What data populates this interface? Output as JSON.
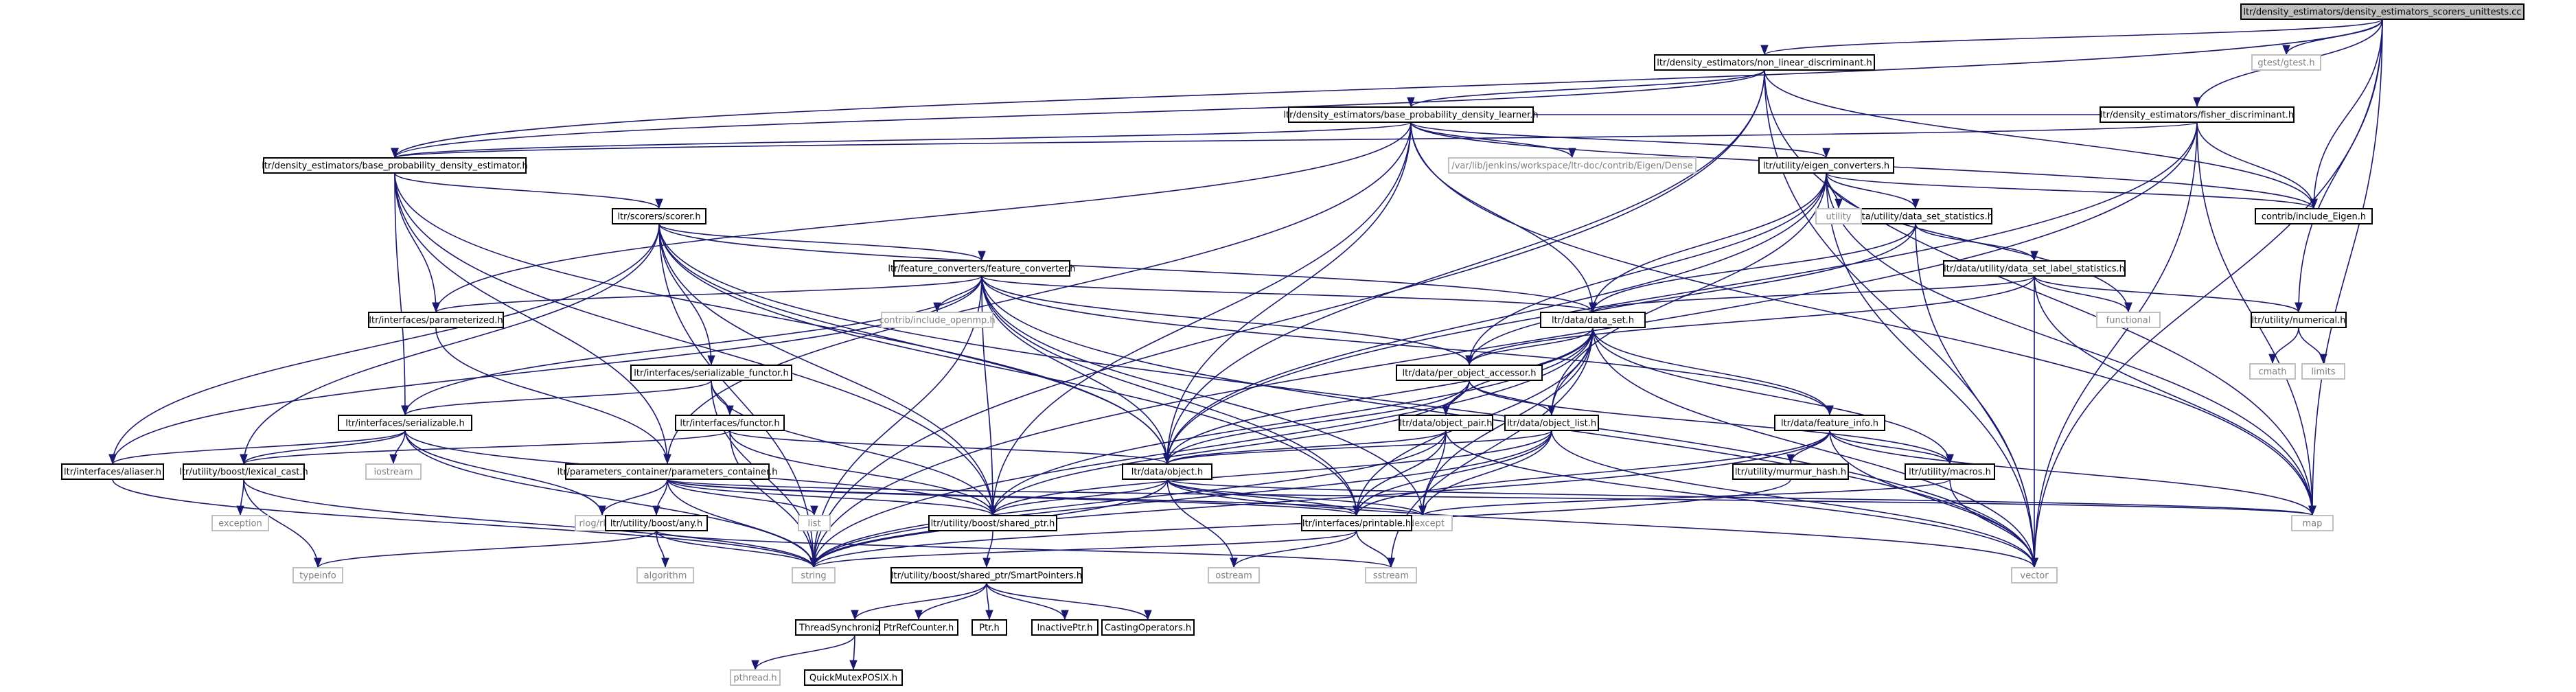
{
  "colors": {
    "edge": "#191970",
    "node_border": "#000000",
    "missing_border": "#bfbfbf",
    "root_fill": "#bfbfbf",
    "node_fill": "#ffffff",
    "text": "#000000",
    "missing_text": "#808080"
  },
  "nodes": [
    {
      "id": "root",
      "label": "ltr/density_estimators/density_estimators_scorers_unittests.cc",
      "kind": "root"
    },
    {
      "id": "nld",
      "label": "ltr/density_estimators/non_linear_discriminant.h",
      "kind": "file"
    },
    {
      "id": "gtest",
      "label": "gtest/gtest.h",
      "kind": "missing"
    },
    {
      "id": "bpdl",
      "label": "ltr/density_estimators/base_probability_density_learner.h",
      "kind": "file"
    },
    {
      "id": "fisher",
      "label": "ltr/density_estimators/fisher_discriminant.h",
      "kind": "file"
    },
    {
      "id": "bpde",
      "label": "ltr/density_estimators/base_probability_density_estimator.h",
      "kind": "file"
    },
    {
      "id": "eigendense",
      "label": "/var/lib/jenkins/workspace/ltr-doc/contrib/Eigen/Dense",
      "kind": "missing"
    },
    {
      "id": "eigenconv",
      "label": "ltr/utility/eigen_converters.h",
      "kind": "file"
    },
    {
      "id": "contribeigen",
      "label": "contrib/include_Eigen.h",
      "kind": "file"
    },
    {
      "id": "scorer",
      "label": "ltr/scorers/scorer.h",
      "kind": "file"
    },
    {
      "id": "dss",
      "label": "ltr/data/utility/data_set_statistics.h",
      "kind": "file"
    },
    {
      "id": "utility",
      "label": "utility",
      "kind": "missing"
    },
    {
      "id": "fconv",
      "label": "ltr/feature_converters/feature_converter.h",
      "kind": "file"
    },
    {
      "id": "dsls",
      "label": "ltr/data/utility/data_set_label_statistics.h",
      "kind": "file"
    },
    {
      "id": "openmp",
      "label": "contrib/include_openmp.h",
      "kind": "missing"
    },
    {
      "id": "functional",
      "label": "functional",
      "kind": "missing"
    },
    {
      "id": "parameterized",
      "label": "ltr/interfaces/parameterized.h",
      "kind": "file"
    },
    {
      "id": "dataset",
      "label": "ltr/data/data_set.h",
      "kind": "file"
    },
    {
      "id": "numerical",
      "label": "ltr/utility/numerical.h",
      "kind": "file"
    },
    {
      "id": "serfunctor",
      "label": "ltr/interfaces/serializable_functor.h",
      "kind": "file"
    },
    {
      "id": "poa",
      "label": "ltr/data/per_object_accessor.h",
      "kind": "file"
    },
    {
      "id": "cmath",
      "label": "cmath",
      "kind": "missing"
    },
    {
      "id": "limits",
      "label": "limits",
      "kind": "missing"
    },
    {
      "id": "serializable",
      "label": "ltr/interfaces/serializable.h",
      "kind": "file"
    },
    {
      "id": "functor",
      "label": "ltr/interfaces/functor.h",
      "kind": "file"
    },
    {
      "id": "objpair",
      "label": "ltr/data/object_pair.h",
      "kind": "file"
    },
    {
      "id": "objlist",
      "label": "ltr/data/object_list.h",
      "kind": "file"
    },
    {
      "id": "featinfo",
      "label": "ltr/data/feature_info.h",
      "kind": "file"
    },
    {
      "id": "aliaser",
      "label": "ltr/interfaces/aliaser.h",
      "kind": "file"
    },
    {
      "id": "lexcast",
      "label": "ltr/utility/boost/lexical_cast.h",
      "kind": "file"
    },
    {
      "id": "iostream",
      "label": "iostream",
      "kind": "missing"
    },
    {
      "id": "pcont",
      "label": "ltr/parameters_container/parameters_container.h",
      "kind": "file"
    },
    {
      "id": "object",
      "label": "ltr/data/object.h",
      "kind": "file"
    },
    {
      "id": "murmur",
      "label": "ltr/utility/murmur_hash.h",
      "kind": "file"
    },
    {
      "id": "macros",
      "label": "ltr/utility/macros.h",
      "kind": "file"
    },
    {
      "id": "map",
      "label": "map",
      "kind": "missing"
    },
    {
      "id": "exception",
      "label": "exception",
      "kind": "missing"
    },
    {
      "id": "rlog",
      "label": "rlog/rlog.h",
      "kind": "missing"
    },
    {
      "id": "list",
      "label": "list",
      "kind": "missing"
    },
    {
      "id": "sharedptr",
      "label": "ltr/utility/boost/shared_ptr.h",
      "kind": "file"
    },
    {
      "id": "stdexcept",
      "label": "stdexcept",
      "kind": "missing"
    },
    {
      "id": "printable",
      "label": "ltr/interfaces/printable.h",
      "kind": "file"
    },
    {
      "id": "any",
      "label": "ltr/utility/boost/any.h",
      "kind": "file"
    },
    {
      "id": "typeinfo",
      "label": "typeinfo",
      "kind": "missing"
    },
    {
      "id": "algorithm",
      "label": "algorithm",
      "kind": "missing"
    },
    {
      "id": "string",
      "label": "string",
      "kind": "missing"
    },
    {
      "id": "ostream",
      "label": "ostream",
      "kind": "missing"
    },
    {
      "id": "sstream",
      "label": "sstream",
      "kind": "missing"
    },
    {
      "id": "vector",
      "label": "vector",
      "kind": "missing"
    },
    {
      "id": "smartptrs",
      "label": "ltr/utility/boost/shared_ptr/SmartPointers.h",
      "kind": "file"
    },
    {
      "id": "threadsync",
      "label": "ThreadSynchronization.h",
      "kind": "file"
    },
    {
      "id": "ptrrefcounter",
      "label": "PtrRefCounter.h",
      "kind": "file"
    },
    {
      "id": "ptr",
      "label": "Ptr.h",
      "kind": "file"
    },
    {
      "id": "inactiveptr",
      "label": "InactivePtr.h",
      "kind": "file"
    },
    {
      "id": "castingops",
      "label": "CastingOperators.h",
      "kind": "file"
    },
    {
      "id": "pthread",
      "label": "pthread.h",
      "kind": "missing"
    },
    {
      "id": "quickmutex",
      "label": "QuickMutexPOSIX.h",
      "kind": "file"
    }
  ],
  "edges": [
    [
      "root",
      "nld"
    ],
    [
      "root",
      "gtest"
    ],
    [
      "root",
      "fisher"
    ],
    [
      "root",
      "bpde"
    ],
    [
      "root",
      "contribeigen"
    ],
    [
      "root",
      "vector"
    ],
    [
      "root",
      "map"
    ],
    [
      "root",
      "numerical"
    ],
    [
      "nld",
      "bpdl"
    ],
    [
      "nld",
      "bpde"
    ],
    [
      "nld",
      "object"
    ],
    [
      "nld",
      "contribeigen"
    ],
    [
      "nld",
      "vector"
    ],
    [
      "nld",
      "map"
    ],
    [
      "nld",
      "string"
    ],
    [
      "bpdl",
      "bpde"
    ],
    [
      "bpdl",
      "eigendense"
    ],
    [
      "bpdl",
      "eigenconv"
    ],
    [
      "bpdl",
      "dataset"
    ],
    [
      "bpdl",
      "parameterized"
    ],
    [
      "bpdl",
      "pcont"
    ],
    [
      "bpdl",
      "object"
    ],
    [
      "bpdl",
      "sharedptr"
    ],
    [
      "bpdl",
      "map"
    ],
    [
      "bpdl",
      "contribeigen"
    ],
    [
      "fisher",
      "bpdl"
    ],
    [
      "fisher",
      "bpde"
    ],
    [
      "fisher",
      "object"
    ],
    [
      "fisher",
      "contribeigen"
    ],
    [
      "fisher",
      "map"
    ],
    [
      "fisher",
      "vector"
    ],
    [
      "fisher",
      "string"
    ],
    [
      "bpde",
      "scorer"
    ],
    [
      "bpde",
      "serializable"
    ],
    [
      "bpde",
      "object"
    ],
    [
      "bpde",
      "sharedptr"
    ],
    [
      "bpde",
      "parameterized"
    ],
    [
      "bpde",
      "pcont"
    ],
    [
      "eigenconv",
      "contribeigen"
    ],
    [
      "eigenconv",
      "dss"
    ],
    [
      "eigenconv",
      "utility"
    ],
    [
      "eigenconv",
      "dataset"
    ],
    [
      "eigenconv",
      "object"
    ],
    [
      "eigenconv",
      "objlist"
    ],
    [
      "eigenconv",
      "functional"
    ],
    [
      "eigenconv",
      "map"
    ],
    [
      "eigenconv",
      "vector"
    ],
    [
      "eigenconv",
      "poa"
    ],
    [
      "scorer",
      "fconv"
    ],
    [
      "scorer",
      "serfunctor"
    ],
    [
      "scorer",
      "aliaser"
    ],
    [
      "scorer",
      "lexcast"
    ],
    [
      "scorer",
      "sharedptr"
    ],
    [
      "scorer",
      "printable"
    ],
    [
      "scorer",
      "object"
    ],
    [
      "scorer",
      "string"
    ],
    [
      "scorer",
      "vector"
    ],
    [
      "scorer",
      "dataset"
    ],
    [
      "dss",
      "dsls"
    ],
    [
      "dss",
      "dataset"
    ],
    [
      "dss",
      "poa"
    ],
    [
      "dss",
      "vector"
    ],
    [
      "dsls",
      "numerical"
    ],
    [
      "dsls",
      "dataset"
    ],
    [
      "dsls",
      "poa"
    ],
    [
      "dsls",
      "functional"
    ],
    [
      "dsls",
      "map"
    ],
    [
      "dsls",
      "vector"
    ],
    [
      "fconv",
      "openmp"
    ],
    [
      "fconv",
      "dataset"
    ],
    [
      "fconv",
      "featinfo"
    ],
    [
      "fconv",
      "parameterized"
    ],
    [
      "fconv",
      "serializable"
    ],
    [
      "fconv",
      "aliaser"
    ],
    [
      "fconv",
      "object"
    ],
    [
      "fconv",
      "sharedptr"
    ],
    [
      "fconv",
      "poa"
    ],
    [
      "fconv",
      "printable"
    ],
    [
      "fconv",
      "string"
    ],
    [
      "fconv",
      "stdexcept"
    ],
    [
      "fconv",
      "vector"
    ],
    [
      "parameterized",
      "pcont"
    ],
    [
      "dataset",
      "poa"
    ],
    [
      "dataset",
      "objpair"
    ],
    [
      "dataset",
      "objlist"
    ],
    [
      "dataset",
      "object"
    ],
    [
      "dataset",
      "featinfo"
    ],
    [
      "dataset",
      "sharedptr"
    ],
    [
      "dataset",
      "printable"
    ],
    [
      "dataset",
      "stdexcept"
    ],
    [
      "dataset",
      "vector"
    ],
    [
      "dataset",
      "sstream"
    ],
    [
      "dataset",
      "macros"
    ],
    [
      "dataset",
      "string"
    ],
    [
      "numerical",
      "cmath"
    ],
    [
      "numerical",
      "limits"
    ],
    [
      "serfunctor",
      "serializable"
    ],
    [
      "serfunctor",
      "functor"
    ],
    [
      "serfunctor",
      "sharedptr"
    ],
    [
      "serfunctor",
      "string"
    ],
    [
      "poa",
      "object"
    ],
    [
      "poa",
      "objpair"
    ],
    [
      "poa",
      "objlist"
    ],
    [
      "poa",
      "macros"
    ],
    [
      "poa",
      "sharedptr"
    ],
    [
      "serializable",
      "aliaser"
    ],
    [
      "serializable",
      "iostream"
    ],
    [
      "serializable",
      "string"
    ],
    [
      "serializable",
      "rlog"
    ],
    [
      "serializable",
      "lexcast"
    ],
    [
      "serializable",
      "sharedptr"
    ],
    [
      "functor",
      "object"
    ],
    [
      "functor",
      "lexcast"
    ],
    [
      "functor",
      "sharedptr"
    ],
    [
      "functor",
      "string"
    ],
    [
      "objpair",
      "object"
    ],
    [
      "objpair",
      "printable"
    ],
    [
      "objpair",
      "stdexcept"
    ],
    [
      "objpair",
      "string"
    ],
    [
      "objpair",
      "vector"
    ],
    [
      "objlist",
      "object"
    ],
    [
      "objlist",
      "printable"
    ],
    [
      "objlist",
      "sharedptr"
    ],
    [
      "objlist",
      "stdexcept"
    ],
    [
      "objlist",
      "string"
    ],
    [
      "objlist",
      "vector"
    ],
    [
      "featinfo",
      "murmur"
    ],
    [
      "featinfo",
      "macros"
    ],
    [
      "featinfo",
      "printable"
    ],
    [
      "featinfo",
      "map"
    ],
    [
      "featinfo",
      "vector"
    ],
    [
      "featinfo",
      "string"
    ],
    [
      "aliaser",
      "string"
    ],
    [
      "lexcast",
      "typeinfo"
    ],
    [
      "lexcast",
      "exception"
    ],
    [
      "lexcast",
      "string"
    ],
    [
      "pcont",
      "any"
    ],
    [
      "pcont",
      "rlog"
    ],
    [
      "pcont",
      "list"
    ],
    [
      "pcont",
      "map"
    ],
    [
      "pcont",
      "sharedptr"
    ],
    [
      "pcont",
      "stdexcept"
    ],
    [
      "pcont",
      "string"
    ],
    [
      "pcont",
      "printable"
    ],
    [
      "object",
      "printable"
    ],
    [
      "object",
      "sharedptr"
    ],
    [
      "object",
      "ostream"
    ],
    [
      "object",
      "stdexcept"
    ],
    [
      "object",
      "vector"
    ],
    [
      "object",
      "map"
    ],
    [
      "object",
      "string"
    ],
    [
      "murmur",
      "string"
    ],
    [
      "macros",
      "stdexcept"
    ],
    [
      "macros",
      "vector"
    ],
    [
      "sharedptr",
      "smartptrs"
    ],
    [
      "printable",
      "ostream"
    ],
    [
      "printable",
      "sstream"
    ],
    [
      "printable",
      "string"
    ],
    [
      "any",
      "typeinfo"
    ],
    [
      "any",
      "algorithm"
    ],
    [
      "any",
      "string"
    ],
    [
      "any",
      "sstream"
    ],
    [
      "smartptrs",
      "threadsync"
    ],
    [
      "smartptrs",
      "ptrrefcounter"
    ],
    [
      "smartptrs",
      "ptr"
    ],
    [
      "smartptrs",
      "inactiveptr"
    ],
    [
      "smartptrs",
      "castingops"
    ],
    [
      "threadsync",
      "pthread"
    ],
    [
      "threadsync",
      "quickmutex"
    ]
  ]
}
